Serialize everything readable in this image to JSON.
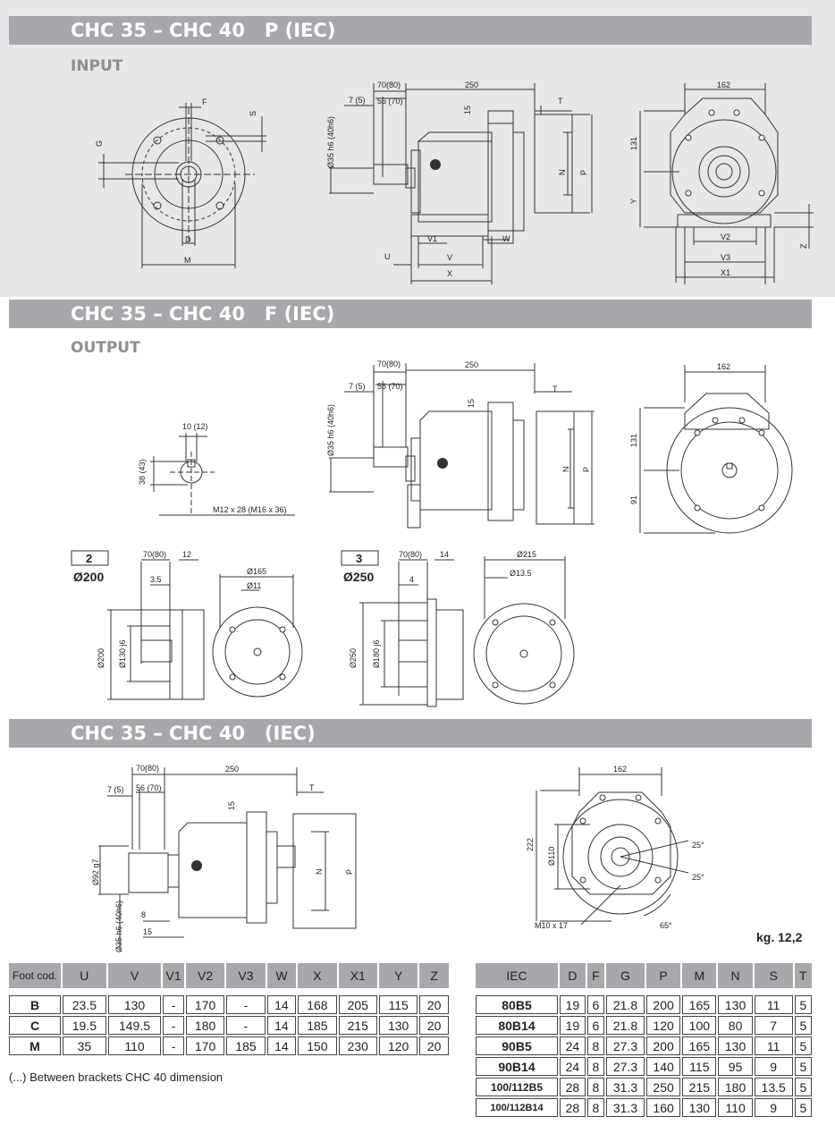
{
  "sections": [
    {
      "title": "CHC 35 – CHC 40   P (IEC)",
      "subtitle": "INPUT"
    },
    {
      "title": "CHC 35 – CHC 40   F (IEC)",
      "subtitle": "OUTPUT"
    },
    {
      "title": "CHC 35 – CHC 40   (IEC)",
      "subtitle": ""
    }
  ],
  "labels": {
    "d250": "250",
    "d7080": "70(80)",
    "d75": "7 (5)",
    "d5670": "56 (70)",
    "d15": "15",
    "dT": "T",
    "dN": "N",
    "dP": "P",
    "d35h6": "Ø35 h6 (40h6)",
    "dU": "U",
    "dV1": "V1",
    "dV": "V",
    "dX": "X",
    "dW": "W",
    "d162": "162",
    "d131": "131",
    "dY": "Y",
    "dV2": "V2",
    "dV3": "V3",
    "dX1": "X1",
    "dZ": "Z",
    "dF": "F",
    "dS": "S",
    "dG": "G",
    "dD": "D",
    "dM": "M",
    "d1012": "10 (12)",
    "d3843": "38 (43)",
    "dM12": "M12 x 28 (M16 x 36)",
    "d91": "91",
    "n2": "2",
    "o200": "Ø200",
    "d12": "12",
    "d35": "3.5",
    "d165": "Ø165",
    "d11": "Ø11",
    "o200v": "Ø200",
    "o130": "Ø130 j6",
    "n3": "3",
    "o250": "Ø250",
    "d14": "14",
    "d4": "4",
    "o215": "Ø215",
    "o135": "Ø13.5",
    "o250v": "Ø250",
    "o180": "Ø180 j6",
    "o92": "Ø92 g7",
    "d8": "8",
    "d15b": "15",
    "d35h6b": "Ø35 h6 (40h6)",
    "d222": "222",
    "o110": "Ø110",
    "a25a": "25°",
    "a25b": "25°",
    "dM10": "M10 x 17",
    "a65": "65°"
  },
  "weight": "kg. 12,2",
  "footnote": "(...) Between brackets CHC 40 dimension",
  "foot_table": {
    "headers": [
      "Foot cod.",
      "U",
      "V",
      "V1",
      "V2",
      "V3",
      "W",
      "X",
      "X1",
      "Y",
      "Z"
    ],
    "rows": [
      [
        "B",
        "23.5",
        "130",
        "-",
        "170",
        "-",
        "14",
        "168",
        "205",
        "115",
        "20"
      ],
      [
        "C",
        "19.5",
        "149.5",
        "-",
        "180",
        "-",
        "14",
        "185",
        "215",
        "130",
        "20"
      ],
      [
        "M",
        "35",
        "110",
        "-",
        "170",
        "185",
        "14",
        "150",
        "230",
        "120",
        "20"
      ]
    ]
  },
  "iec_table": {
    "headers": [
      "IEC",
      "D",
      "F",
      "G",
      "P",
      "M",
      "N",
      "S",
      "T"
    ],
    "rows": [
      [
        "80B5",
        "19",
        "6",
        "21.8",
        "200",
        "165",
        "130",
        "11",
        "5"
      ],
      [
        "80B14",
        "19",
        "6",
        "21.8",
        "120",
        "100",
        "80",
        "7",
        "5"
      ],
      [
        "90B5",
        "24",
        "8",
        "27.3",
        "200",
        "165",
        "130",
        "11",
        "5"
      ],
      [
        "90B14",
        "24",
        "8",
        "27.3",
        "140",
        "115",
        "95",
        "9",
        "5"
      ],
      [
        "100/112B5",
        "28",
        "8",
        "31.3",
        "250",
        "215",
        "180",
        "13.5",
        "5"
      ],
      [
        "100/112B14",
        "28",
        "8",
        "31.3",
        "160",
        "130",
        "110",
        "9",
        "5"
      ]
    ]
  }
}
